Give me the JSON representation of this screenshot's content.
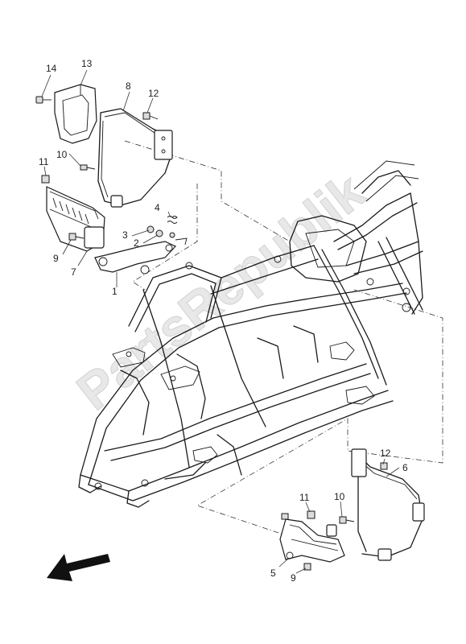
{
  "watermark": "PartsRepublik",
  "callouts": {
    "c1": "1",
    "c2": "2",
    "c3": "3",
    "c4": "4",
    "c5": "5",
    "c6": "6",
    "c7": "7",
    "c8": "8",
    "c9a": "9",
    "c9b": "9",
    "c10a": "10",
    "c10b": "10",
    "c11a": "11",
    "c11b": "11",
    "c12a": "12",
    "c12b": "12",
    "c13": "13",
    "c14": "14"
  },
  "direction_arrow_icon": "arrow-left-down-icon"
}
